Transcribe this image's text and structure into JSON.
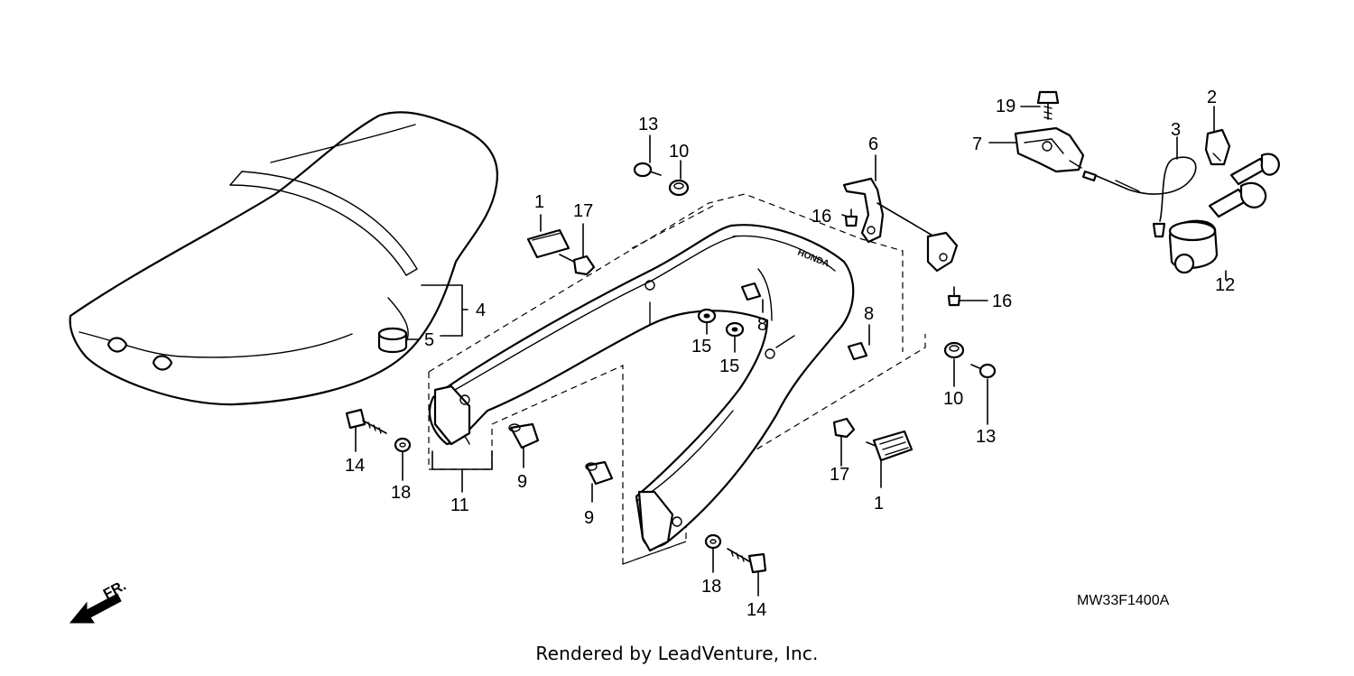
{
  "diagram": {
    "code": "MW33F1400A",
    "front_marker": "FR.",
    "brand_mark": "HONDA",
    "callouts": {
      "c1a": "1",
      "c1b": "1",
      "c2": "2",
      "c3": "3",
      "c4": "4",
      "c5": "5",
      "c6": "6",
      "c7": "7",
      "c8a": "8",
      "c8b": "8",
      "c9a": "9",
      "c9b": "9",
      "c10a": "10",
      "c10b": "10",
      "c11": "11",
      "c12": "12",
      "c13a": "13",
      "c13b": "13",
      "c14a": "14",
      "c14b": "14",
      "c15a": "15",
      "c15b": "15",
      "c16a": "16",
      "c16b": "16",
      "c17a": "17",
      "c17b": "17",
      "c18a": "18",
      "c18b": "18",
      "c19": "19"
    }
  },
  "footer": {
    "credit": "Rendered by LeadVenture, Inc."
  }
}
